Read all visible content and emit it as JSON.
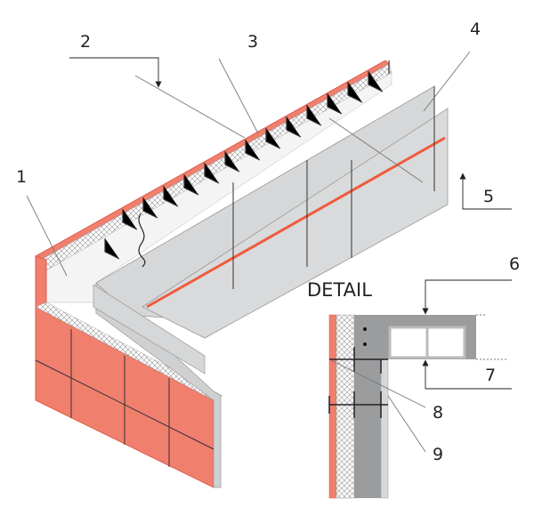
{
  "diagram": {
    "callouts": [
      "1",
      "2",
      "3",
      "4",
      "5",
      "6",
      "7",
      "8",
      "9"
    ],
    "detail_title": "DETAIL"
  },
  "colors": {
    "brick": "#f07f6e",
    "brick_edge": "#e05a48",
    "concrete": "#9a9c9e",
    "panel": "#d6d7d8",
    "insulation": "#ffffff",
    "accent_line": "#f05a3c"
  }
}
